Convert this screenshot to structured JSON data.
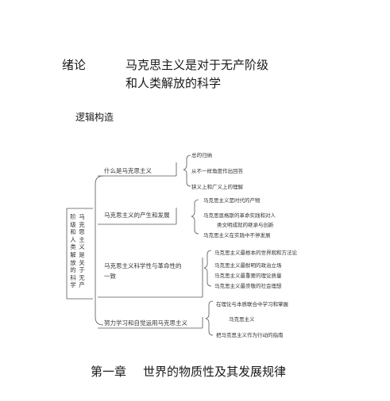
{
  "intro": {
    "label": "绪论",
    "title_line1": "马克思主义是对于无产阶级",
    "title_line2": "和人类解放的科学"
  },
  "logic_heading": "逻辑构造",
  "root": {
    "col1": "阶级和人类解放的科学",
    "col2": "马克思主义是关于无产"
  },
  "branches": [
    {
      "label": "什么是马克思主义",
      "items": [
        "总的归纳",
        "从不一样角度作出回答",
        "狭义上和广义上的理解"
      ]
    },
    {
      "label": "马克思主义的产生和发展",
      "items": [
        "马克思主义是时代的产物",
        "马克思恩格斯的革命实践和对人",
        "类文明成就的继承与创新",
        "马克思主义在实践中不停发展"
      ]
    },
    {
      "label_line1": "马克思主义科学性与革命性的",
      "label_line2": "一致",
      "items": [
        "马克思主义最根本的世界观和方法论",
        "马克思主义最鲜明的政治立场",
        "马克思主义最重要的理论质量",
        "马克思主义最崇敬的社会理想"
      ]
    },
    {
      "label": "努力学习和自觉运用马克思主义",
      "items": [
        "在理论与本质联合中学习和掌握",
        "马克思主义",
        "把马克思主义作为行动的指南"
      ]
    }
  ],
  "chapter": {
    "label": "第一章",
    "title": "世界的物质性及其发展规律"
  }
}
